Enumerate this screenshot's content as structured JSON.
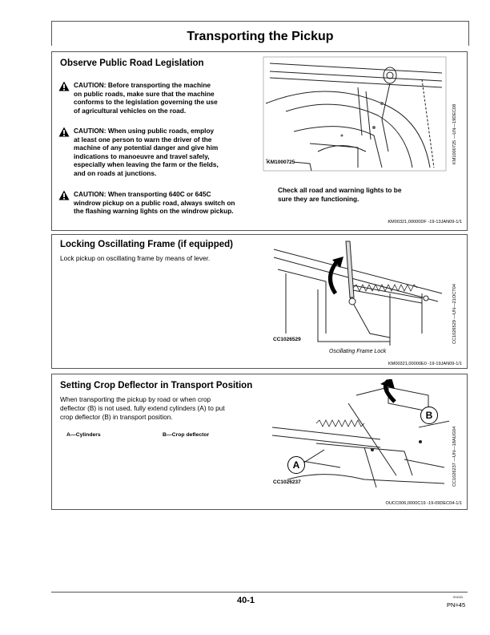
{
  "page_title": "Transporting the Pickup",
  "sections": {
    "road": {
      "title": "Observe Public Road Legislation",
      "caution1": [
        "CAUTION: Before transporting the machine",
        "on public roads, make sure that the machine",
        "conforms to the legislation governing the use",
        "of agricultural vehicles on the road."
      ],
      "caution2": [
        "CAUTION: When using public roads, employ",
        "at least one person to warn the driver of the",
        "machine of any potential danger and give him",
        "indications to manoeuvre and travel safely,",
        "especially when leaving the farm or the fields,",
        "and on roads at junctions."
      ],
      "caution3": [
        "CAUTION: When transporting 640C or 645C",
        "windrow pickup on a public road, always switch on",
        "the flashing warning lights on the windrow pickup."
      ],
      "lights_note": [
        "Check all road and warning lights to be",
        "sure they are functioning."
      ],
      "image_code": "KM1000725",
      "image_ref": "KM1000725 —UN—19DEC08",
      "doc_ref": "KM00321,00000DF -19-13JAN09-1/1"
    },
    "frame": {
      "title": "Locking Oscillating Frame (if equipped)",
      "text": "Lock pickup on oscillating frame by means of lever.",
      "image_code": "CC1026529",
      "image_ref": "CC1026529 —UN—21OCT04",
      "caption": "Oscillating Frame Lock",
      "doc_ref": "KM00321,00000E0 -19-19JAN09-1/1"
    },
    "deflector": {
      "title": "Setting Crop Deflector in Transport Position",
      "text": [
        "When transporting the pickup by road or when crop",
        "deflector (B) is not used, fully extend cylinders (A) to put",
        "crop deflector (B) in transport position."
      ],
      "legend_a": "A—Cylinders",
      "legend_b": "B—Crop deflector",
      "callout_a": "A",
      "callout_b": "B",
      "image_code": "CC1026237",
      "image_ref": "CC1026237 —UN—18AUG04",
      "doc_ref": "OUCC006,0000C19 -19-09DEC04-1/1"
    }
  },
  "footer": {
    "page_number": "40-1",
    "pn": "PN=45",
    "tiny": "011111"
  }
}
